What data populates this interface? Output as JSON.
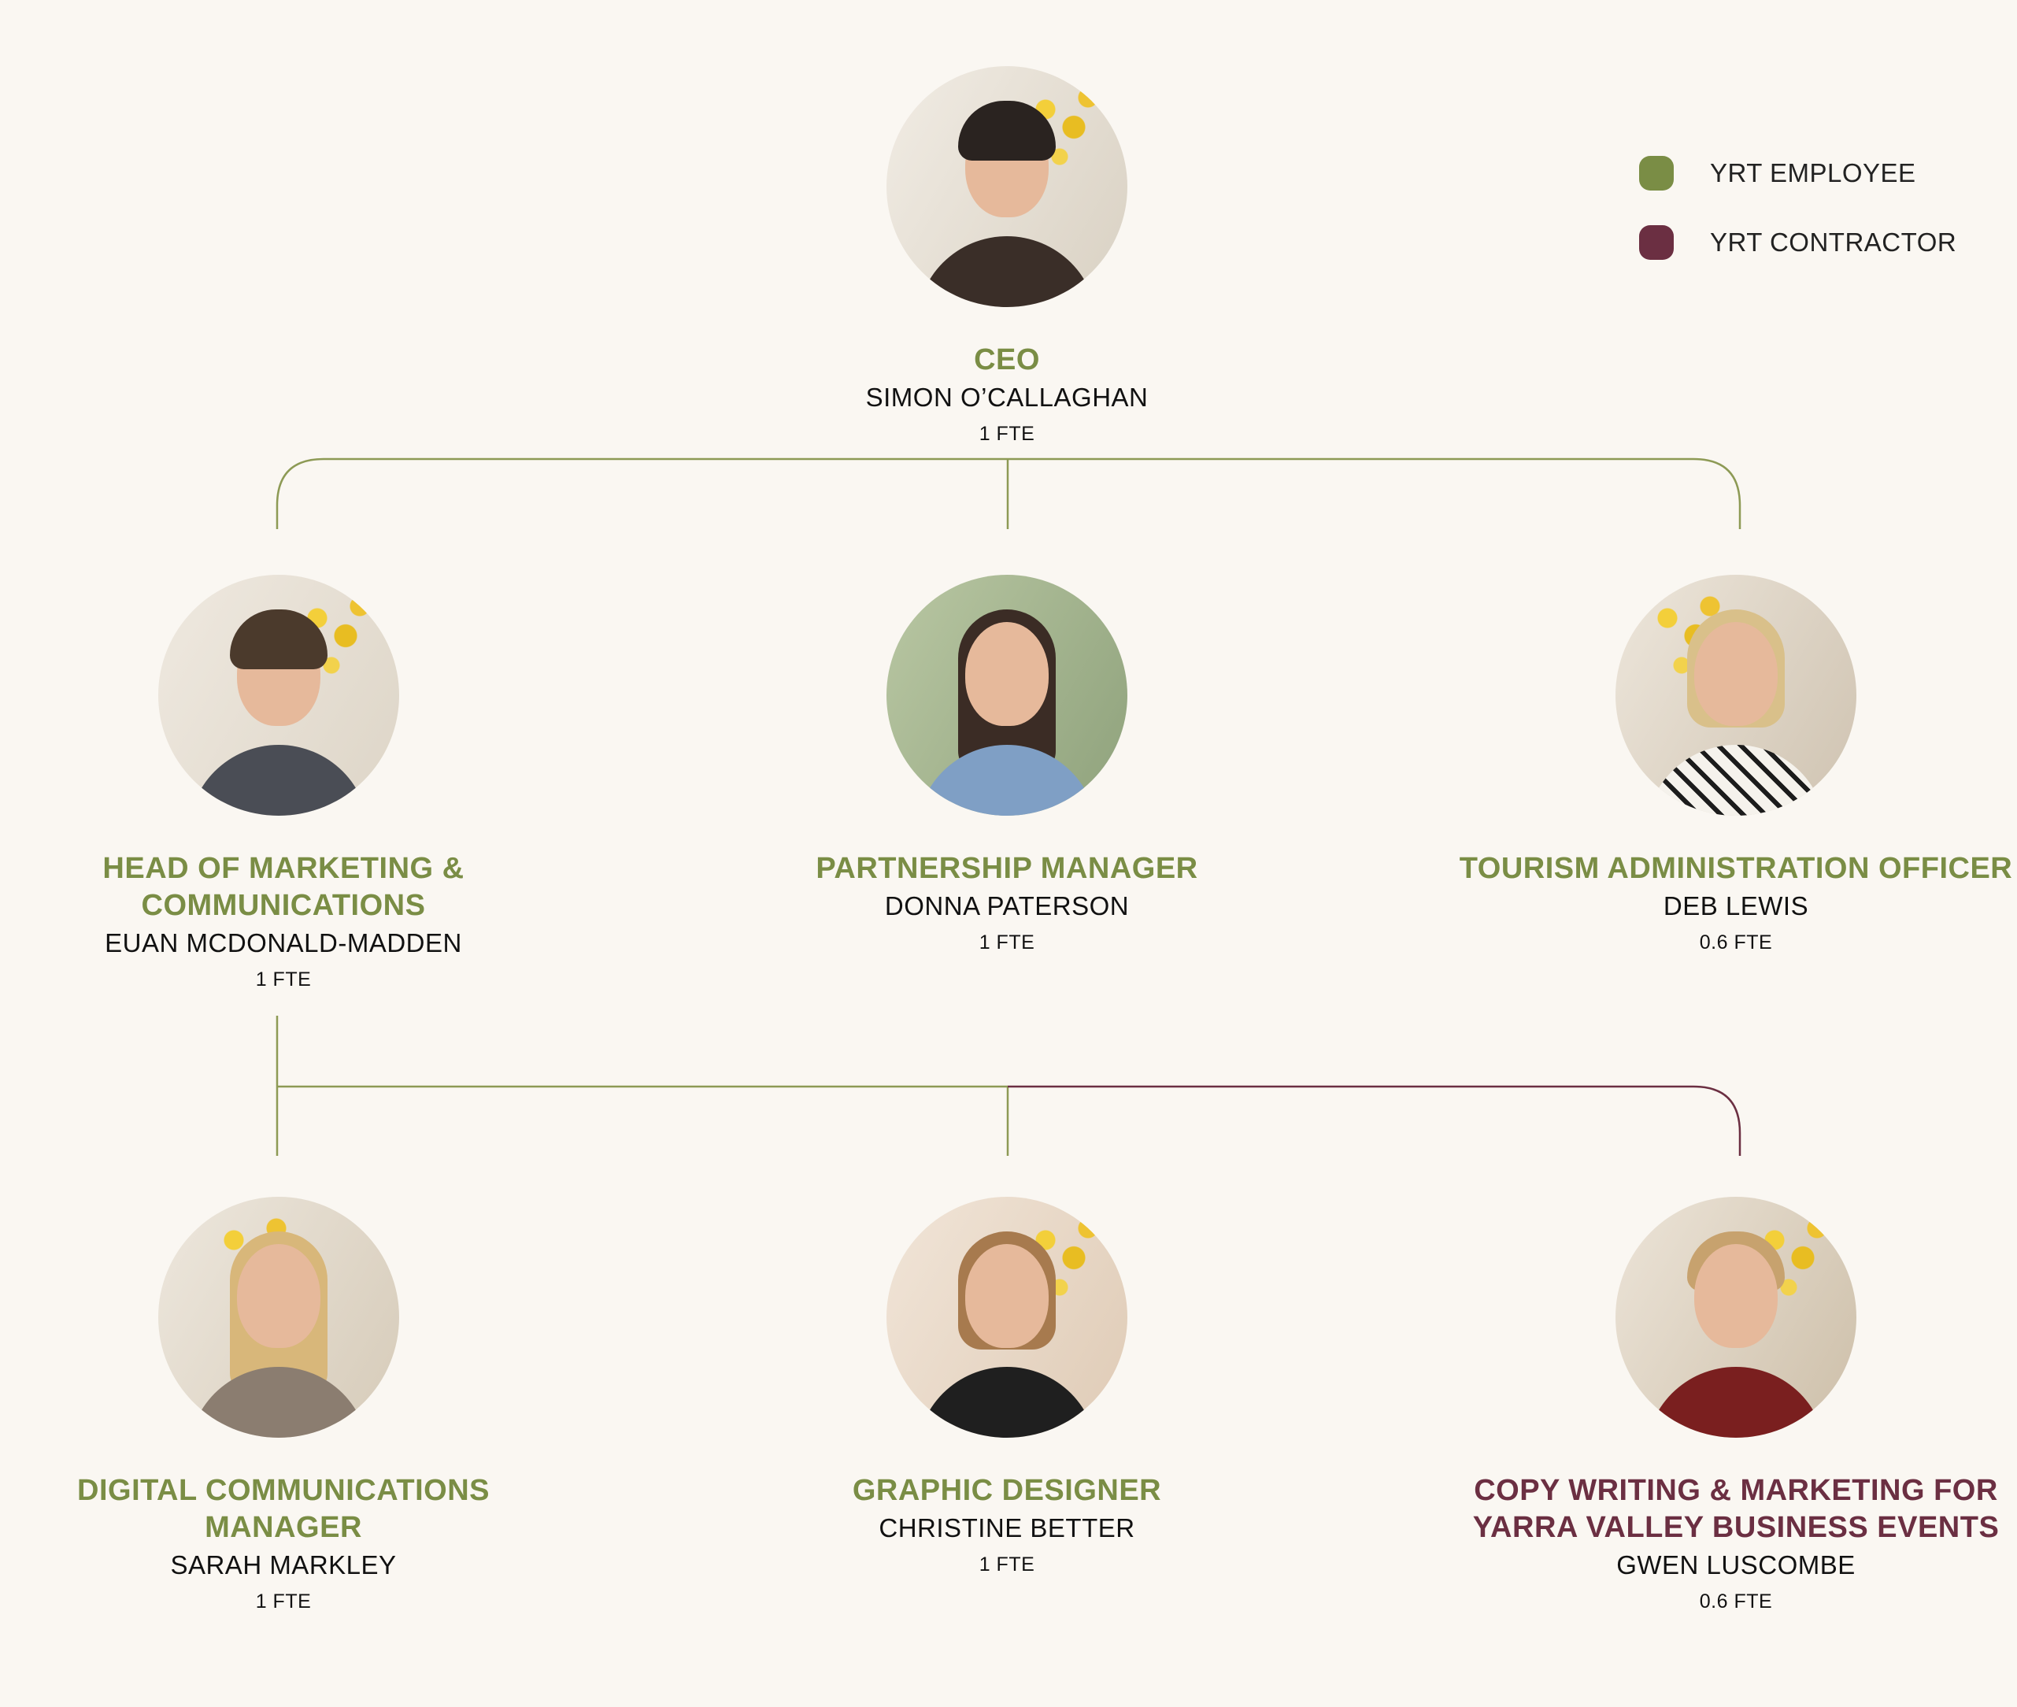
{
  "colors": {
    "employee": "#7a8d45",
    "contractor": "#6b2f42",
    "background": "#faf7f2",
    "employee_line": "#8d9a55",
    "contractor_line": "#6b2f42"
  },
  "legend": [
    {
      "label": "YRT EMPLOYEE",
      "type": "employee"
    },
    {
      "label": "YRT CONTRACTOR",
      "type": "contractor"
    }
  ],
  "people": [
    {
      "id": "ceo",
      "role": "CEO",
      "name": "SIMON O’CALLAGHAN",
      "fte": "1 FTE",
      "type": "employee",
      "photo": "man-dark-hair-blazer"
    },
    {
      "id": "head-marketing",
      "role": "HEAD OF MARKETING & COMMUNICATIONS",
      "name": "EUAN MCDONALD-MADDEN",
      "fte": "1 FTE",
      "type": "employee",
      "photo": "man-suit"
    },
    {
      "id": "partnership",
      "role": "PARTNERSHIP MANAGER",
      "name": "DONNA PATERSON",
      "fte": "1 FTE",
      "type": "employee",
      "photo": "woman-dark-hair-denim"
    },
    {
      "id": "tourism-admin",
      "role": "TOURISM ADMINISTRATION OFFICER",
      "name": "DEB LEWIS",
      "fte": "0.6 FTE",
      "type": "employee",
      "photo": "woman-blonde-glasses"
    },
    {
      "id": "digital-comms",
      "role": "DIGITAL COMMUNICATIONS MANAGER",
      "name": "SARAH MARKLEY",
      "fte": "1 FTE",
      "type": "employee",
      "photo": "woman-blonde-fringe"
    },
    {
      "id": "graphic-designer",
      "role": "GRAPHIC DESIGNER",
      "name": "CHRISTINE BETTER",
      "fte": "1 FTE",
      "type": "employee",
      "photo": "woman-black-top"
    },
    {
      "id": "copywriting",
      "role": "COPY WRITING & MARKETING FOR YARRA VALLEY BUSINESS EVENTS",
      "name": "GWEN LUSCOMBE",
      "fte": "0.6 FTE",
      "type": "contractor",
      "photo": "woman-red-top"
    }
  ],
  "links": [
    {
      "from": "ceo",
      "to": "head-marketing",
      "type": "employee"
    },
    {
      "from": "ceo",
      "to": "partnership",
      "type": "employee"
    },
    {
      "from": "ceo",
      "to": "tourism-admin",
      "type": "employee"
    },
    {
      "from": "head-marketing",
      "to": "digital-comms",
      "type": "employee"
    },
    {
      "from": "head-marketing",
      "to": "graphic-designer",
      "type": "employee"
    },
    {
      "from": "head-marketing",
      "to": "copywriting",
      "type": "contractor"
    }
  ]
}
